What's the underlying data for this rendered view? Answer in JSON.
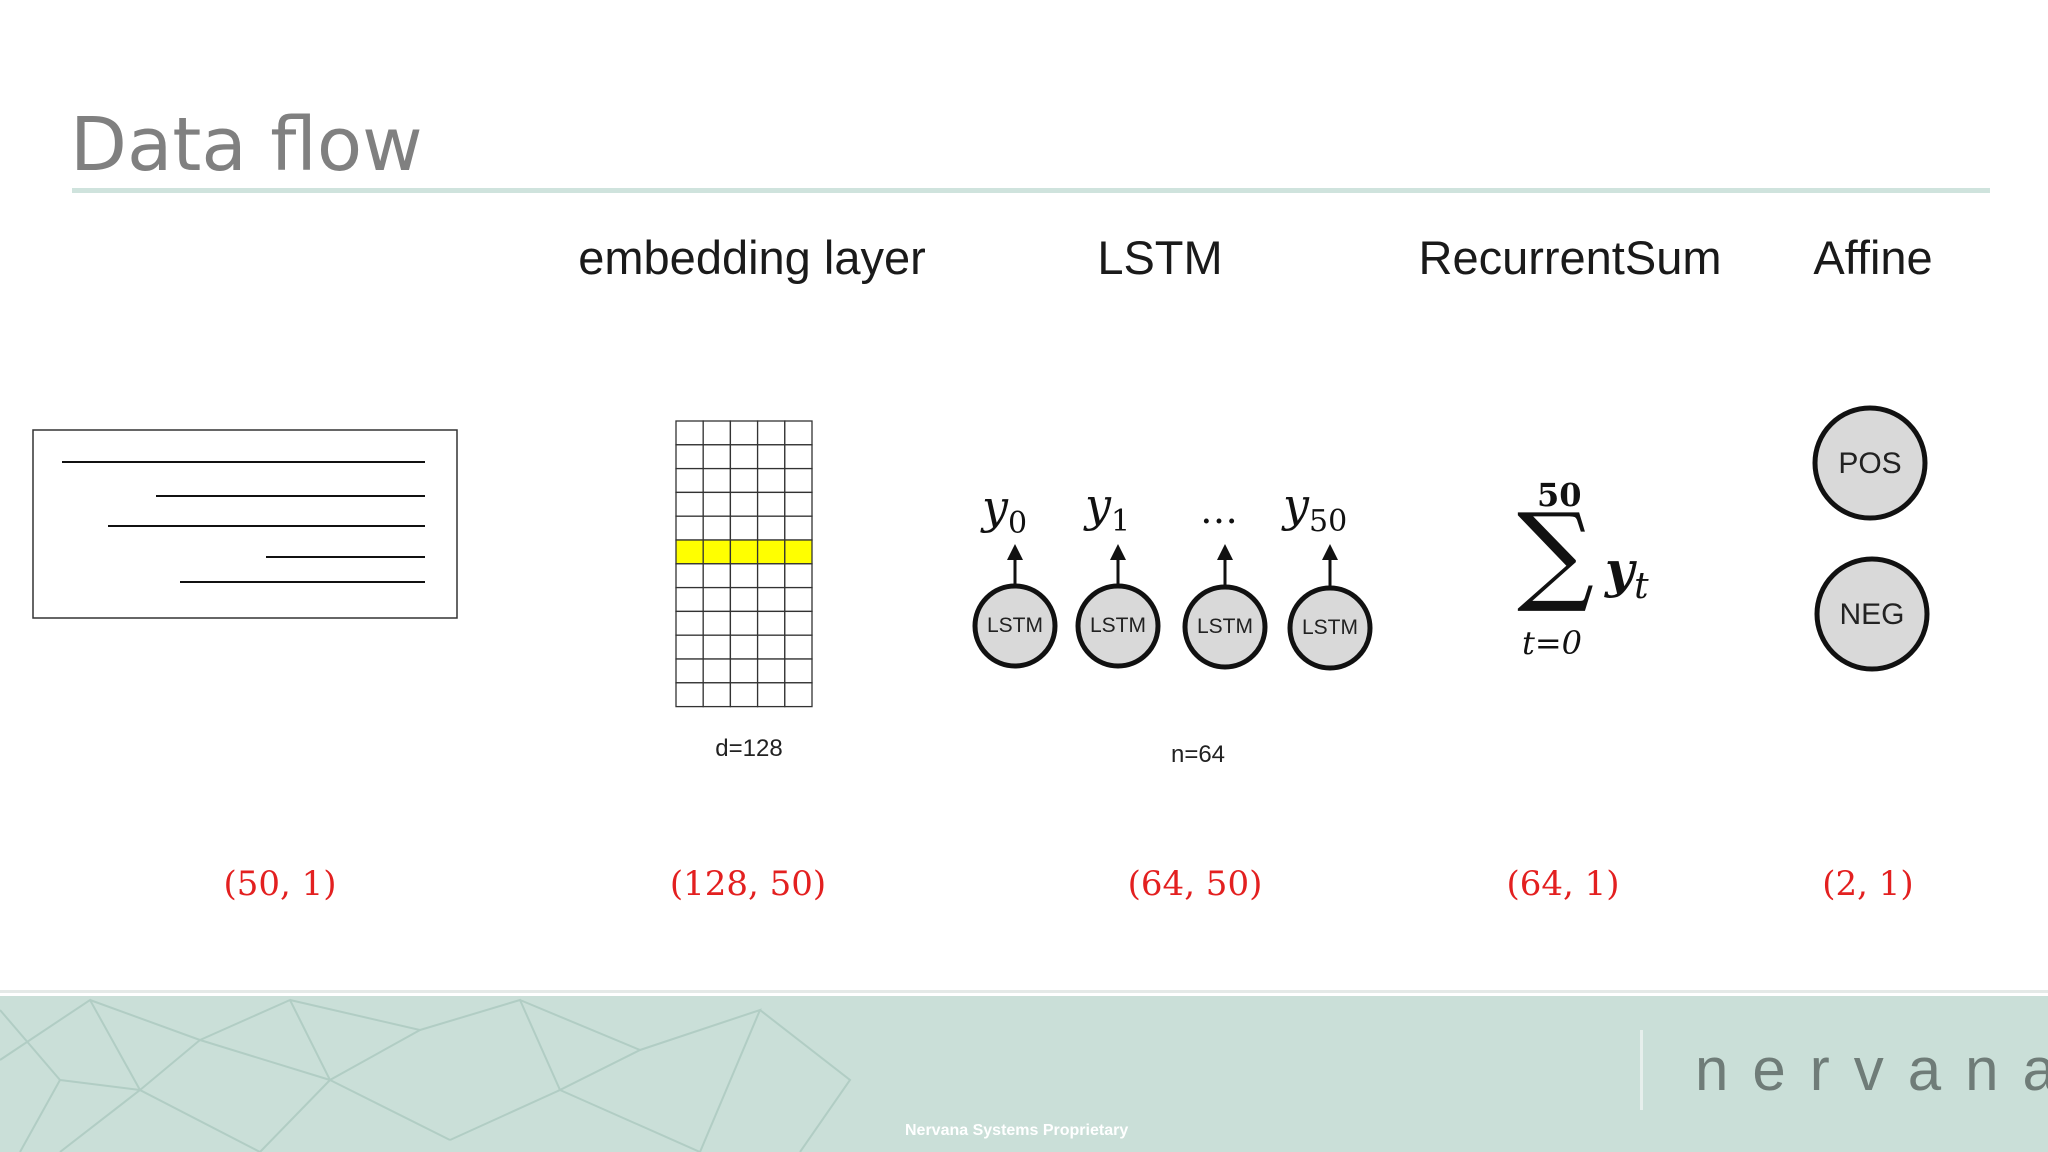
{
  "slide": {
    "title": "Data flow",
    "brand": "nervana",
    "footer_text": "Nervana Systems Proprietary"
  },
  "stages": [
    {
      "label": "",
      "shape": "(50, 1)"
    },
    {
      "label": "embedding layer",
      "shape": "(128, 50)",
      "note": "d=128"
    },
    {
      "label": "LSTM",
      "shape": "(64, 50)",
      "note": "n=64"
    },
    {
      "label": "RecurrentSum",
      "shape": "(64, 1)"
    },
    {
      "label": "Affine",
      "shape": "(2, 1)"
    }
  ],
  "lstm": {
    "node_label": "LSTM",
    "outputs": [
      "y0",
      "y1",
      "…",
      "y50"
    ],
    "output_base": "y",
    "output_subs": [
      "0",
      "1",
      "50"
    ],
    "ellipsis": "…"
  },
  "sum": {
    "upper": "50",
    "lower": "t=0",
    "term": "y",
    "term_sub": "t",
    "symbol": "∑"
  },
  "affine": {
    "classes": [
      "POS",
      "NEG"
    ]
  },
  "colors": {
    "shape_text": "#e32020",
    "highlight_row": "#ffff00",
    "title": "#808080",
    "footer_bg": "#cadfd8",
    "node_fill": "#d9d9d9"
  }
}
